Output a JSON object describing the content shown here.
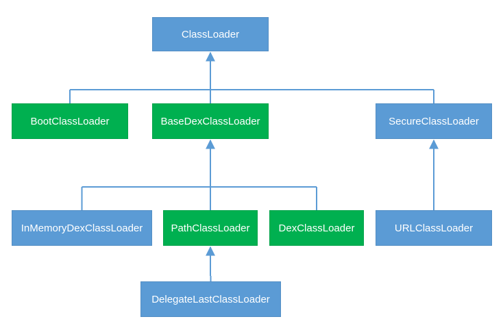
{
  "colors": {
    "blue_box": "#5b9bd5",
    "green_box": "#00b050",
    "connector": "#5b9bd5",
    "background": "#ffffff"
  },
  "nodes": {
    "classloader": {
      "label": "ClassLoader",
      "color": "blue"
    },
    "bootclassloader": {
      "label": "BootClassLoader",
      "color": "green"
    },
    "basedexclassloader": {
      "label": "BaseDexClassLoader",
      "color": "green"
    },
    "secureclassloader": {
      "label": "SecureClassLoader",
      "color": "blue"
    },
    "inmemorydexclassloader": {
      "label": "InMemoryDexClassLoader",
      "color": "blue"
    },
    "pathclassloader": {
      "label": "PathClassLoader",
      "color": "green"
    },
    "dexclassloader": {
      "label": "DexClassLoader",
      "color": "green"
    },
    "urlclassloader": {
      "label": "URLClassLoader",
      "color": "blue"
    },
    "delegatelastclassloader": {
      "label": "DelegateLastClassLoader",
      "color": "blue"
    }
  },
  "edges": [
    {
      "child": "bootclassloader",
      "parent": "classloader"
    },
    {
      "child": "basedexclassloader",
      "parent": "classloader"
    },
    {
      "child": "secureclassloader",
      "parent": "classloader"
    },
    {
      "child": "inmemorydexclassloader",
      "parent": "basedexclassloader"
    },
    {
      "child": "pathclassloader",
      "parent": "basedexclassloader"
    },
    {
      "child": "dexclassloader",
      "parent": "basedexclassloader"
    },
    {
      "child": "urlclassloader",
      "parent": "secureclassloader"
    },
    {
      "child": "delegatelastclassloader",
      "parent": "pathclassloader"
    }
  ]
}
